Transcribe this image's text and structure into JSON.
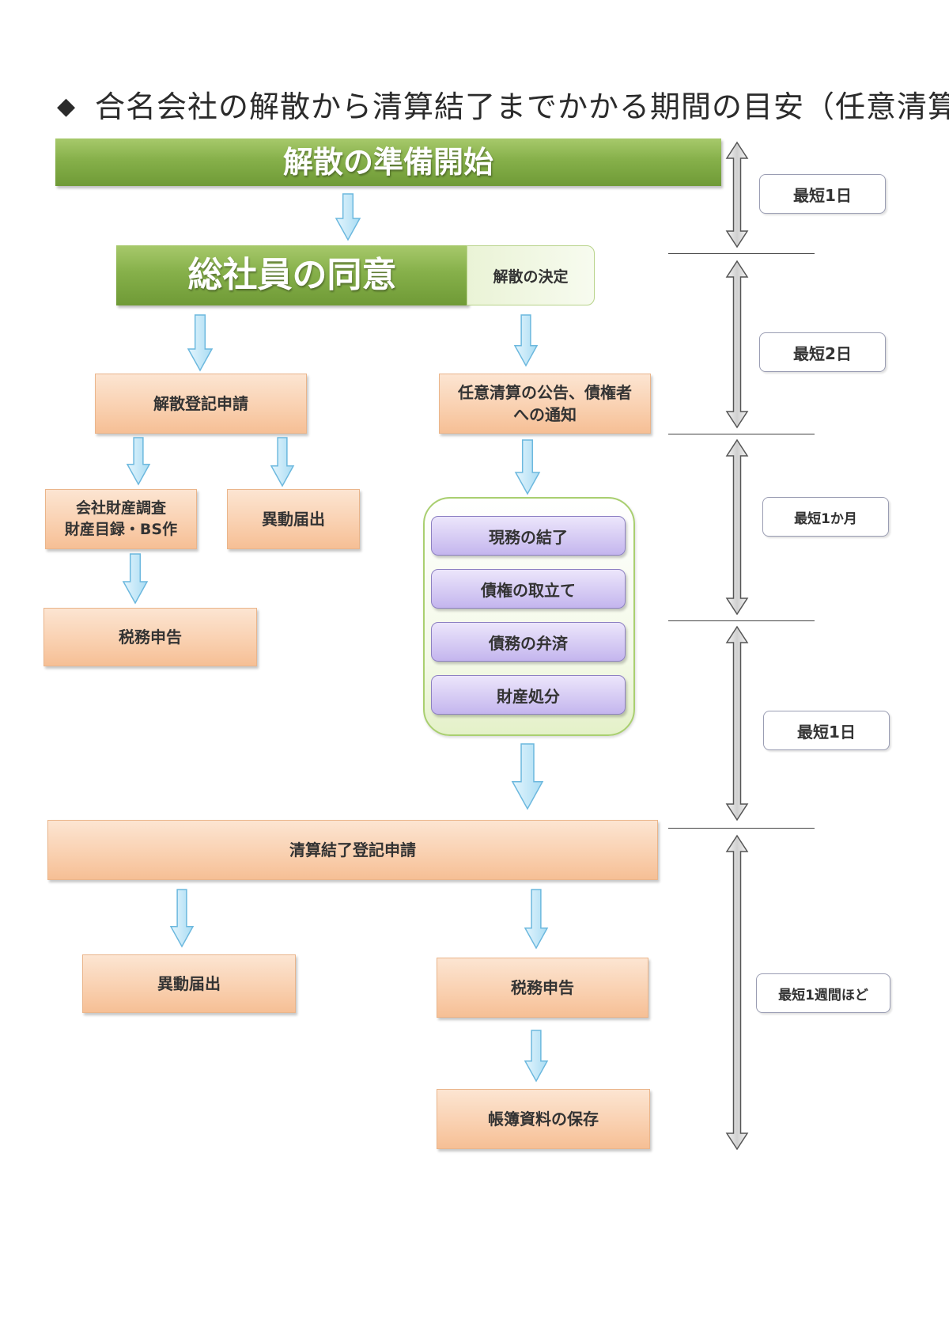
{
  "title": {
    "bullet": "◆",
    "text": "合名会社の解散から清算結了までかかる期間の目安（任意清算）"
  },
  "steps": {
    "dissolution_prep": "解散の準備開始",
    "all_partners_consent": "総社員の同意",
    "dissolution_decision": "解散の決定",
    "dissolution_registration": "解散登記申請",
    "public_notice": "任意清算の公告、債権者\nへの通知",
    "asset_survey": "会社財産調査\n財産目録・BS作",
    "change_notice_1": "異動届出",
    "tax_return_1": "税務申告",
    "liquidation_tasks": [
      "現務の結了",
      "債権の取立て",
      "債務の弁済",
      "財産処分"
    ],
    "liquidation_completion_registration": "清算結了登記申請",
    "change_notice_2": "異動届出",
    "tax_return_2": "税務申告",
    "record_retention": "帳簿資料の保存"
  },
  "periods": [
    "最短1日",
    "最短2日",
    "最短1か月",
    "最短1日",
    "最短1週間ほど"
  ],
  "colors": {
    "green": "#86b04a",
    "orange": "#f9cfae",
    "purple": "#d4c9f3",
    "arrow_blue": "#bfe6f7",
    "arrow_blue_stroke": "#6cb8de",
    "timeline_gray": "#d8d8d8"
  }
}
